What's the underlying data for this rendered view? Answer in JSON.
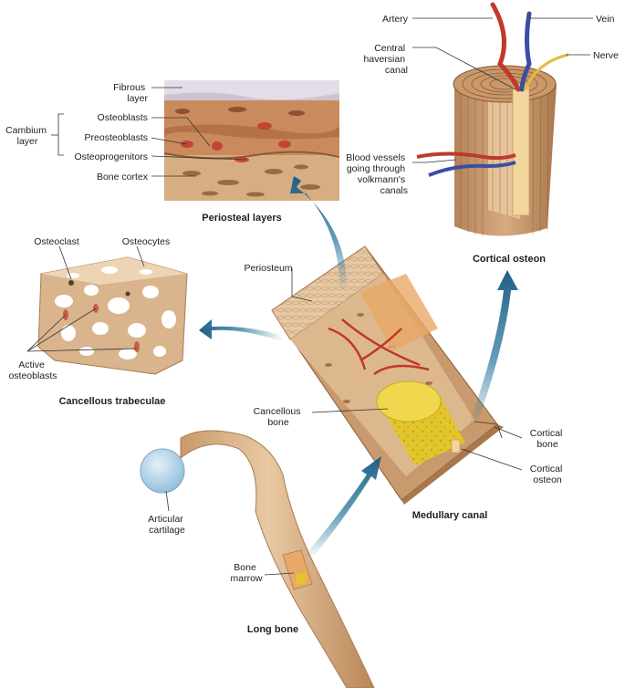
{
  "labels": {
    "artery": "Artery",
    "vein": "Vein",
    "nerve": "Nerve",
    "central_haversian_canal": [
      "Central",
      "haversian",
      "canal"
    ],
    "blood_vessels": [
      "Blood vessels",
      "going through",
      "volkmann's",
      "canals"
    ],
    "fibrous_layer": [
      "Fibrous",
      "layer"
    ],
    "cambium_layer": [
      "Cambium",
      "layer"
    ],
    "osteoblasts": "Osteoblasts",
    "preosteoblasts": "Preosteoblasts",
    "osteoprogenitors": "Osteoprogenitors",
    "bone_cortex": "Bone cortex",
    "osteoclast": "Osteoclast",
    "osteocytes": "Osteocytes",
    "active_osteoblasts": [
      "Active",
      "osteoblasts"
    ],
    "periosteum": "Periosteum",
    "cancellous_bone": [
      "Cancellous",
      "bone"
    ],
    "cortical_bone": [
      "Cortical",
      "bone"
    ],
    "cortical_osteon": [
      "Cortical",
      "osteon"
    ],
    "articular_cartilage": [
      "Articular",
      "cartilage"
    ],
    "bone_marrow": [
      "Bone",
      "marrow"
    ]
  },
  "captions": {
    "periosteal_layers": "Periosteal layers",
    "cortical_osteon": "Cortical osteon",
    "cancellous_trabeculae": "Cancellous trabeculae",
    "medullary_canal": "Medullary canal",
    "long_bone": "Long bone"
  },
  "colors": {
    "bone": "#d9b48c",
    "bone_dark": "#b88659",
    "bone_light": "#ecd4b4",
    "artery": "#c0392b",
    "vein": "#3b4ea3",
    "nerve": "#e8b938",
    "marrow": "#e2c52a",
    "cartilage": "#a9cde6",
    "arrow": "#2f7aa0",
    "periosteum_fibrous": "#e4dce6"
  }
}
